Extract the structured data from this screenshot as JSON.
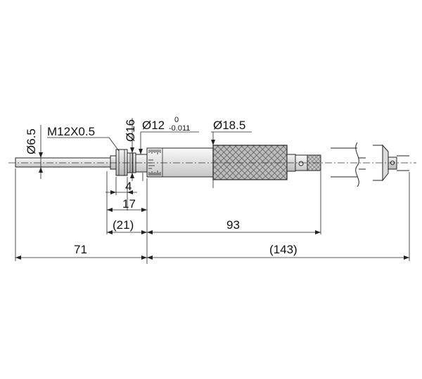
{
  "dimensions": {
    "spindle_dia": "Ø6.5",
    "thread": "M12X0.5",
    "flange_dia": "Ø16",
    "stem_dia_main": "Ø12",
    "stem_tol_upper": "0",
    "stem_tol_lower": "-0.011",
    "thimble_dia": "Ø18.5",
    "dim_4": "4",
    "dim_17": "17",
    "dim_21": "(21)",
    "dim_93": "93",
    "dim_71": "71",
    "dim_143": "(143)"
  },
  "colors": {
    "line": "#222222",
    "body_fill": "#e6e6e6",
    "knurl_fill": "#b9b9b9",
    "knurl_dark": "#6a6a6a"
  }
}
